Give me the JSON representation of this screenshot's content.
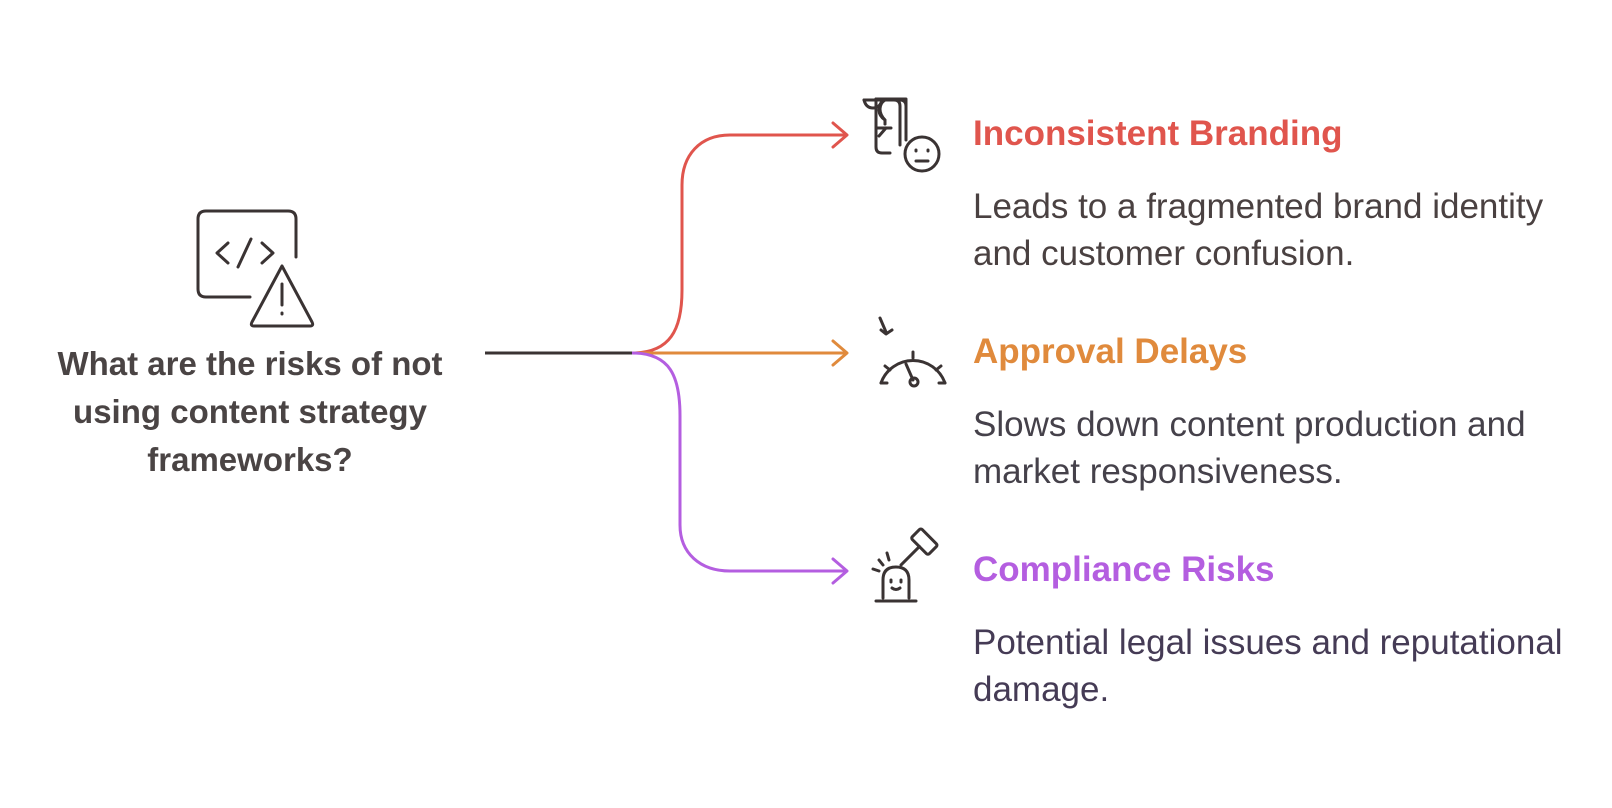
{
  "question": "What are the risks of not using content strategy frameworks?",
  "colors": {
    "root": "#3a3333",
    "icon": "#3a3333",
    "question_text": "#4a4444",
    "branches": [
      "#e0554d",
      "#e08a3c",
      "#b45ee0"
    ],
    "descriptions": [
      "#4a4141",
      "#45414a",
      "#453b55"
    ]
  },
  "items": [
    {
      "title": "Inconsistent Branding",
      "description": "Leads to a fragmented brand identity and customer confusion.",
      "icon": "puzzle-face-icon"
    },
    {
      "title": "Approval Delays",
      "description": "Slows down content production and market responsiveness.",
      "icon": "speedometer-icon"
    },
    {
      "title": "Compliance Risks",
      "description": "Potential legal issues and reputational damage.",
      "icon": "gavel-siren-icon"
    }
  ],
  "root_icon": "code-warning-icon"
}
